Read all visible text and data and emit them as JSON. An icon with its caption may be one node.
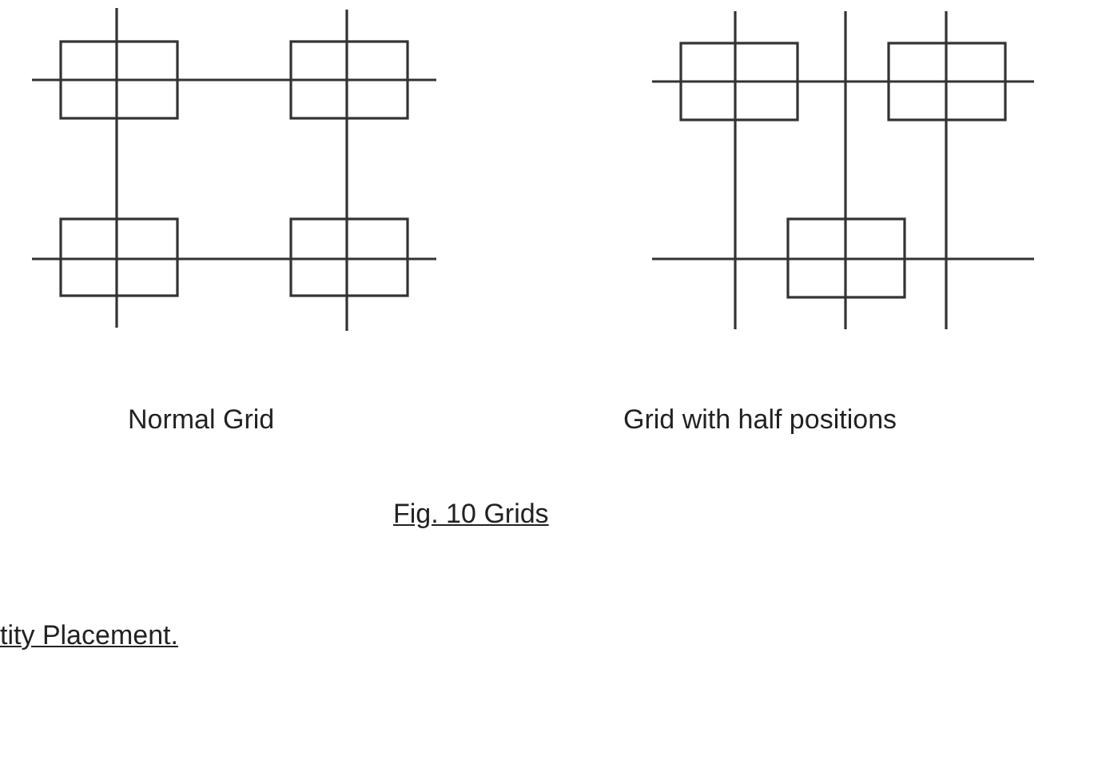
{
  "diagram": {
    "caption": "Fig. 10 Grids",
    "labels": [
      "Normal Grid",
      "Grid with half positions",
      "tity Placement."
    ]
  }
}
